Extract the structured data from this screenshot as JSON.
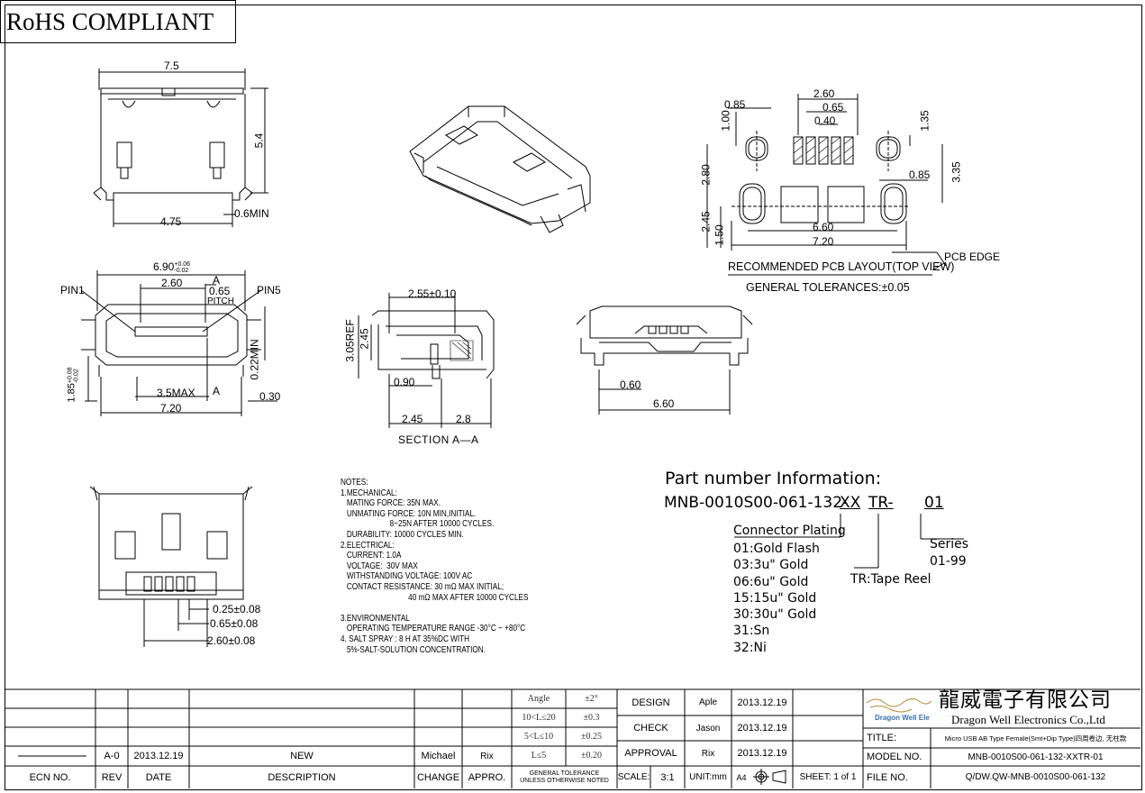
{
  "header": {
    "rohs": "RoHS COMPLIANT"
  },
  "top_view": {
    "width": "7.5",
    "height": "5.4",
    "inner": "4.75",
    "pin_len": "0.6MIN"
  },
  "front_view": {
    "width_top": "6.90",
    "width_top_tol_plus": "+0.06",
    "width_top_tol_minus": "-0.02",
    "pin_span": "2.60",
    "section_a": "A",
    "pitch": "0.65",
    "pitch_label": "PITCH",
    "pin1": "PIN1",
    "pin5": "PIN5",
    "height_min": "0.22MIN",
    "max": "3.5MAX",
    "section_a2": "A",
    "offset": "0.30",
    "width_bottom": "7.20",
    "height": "1.85",
    "height_tol_plus": "+0.08",
    "height_tol_minus": "-0.02"
  },
  "section_view": {
    "top": "2.55±0.10",
    "ref": "3.05REF",
    "h": "2.45",
    "d": "0.90",
    "w1": "2.45",
    "w2": "2.8",
    "label": "SECTION A—A"
  },
  "side_view": {
    "d": "0.60",
    "w": "6.60"
  },
  "pcb_layout": {
    "d260": "2.60",
    "d065": "0.65",
    "d040": "0.40",
    "d085": "0.85",
    "d100": "1.00",
    "d135": "1.35",
    "d280": "2.80",
    "d335": "3.35",
    "d085b": "0.85",
    "d245": "2.45",
    "d150": "1.50",
    "d660": "6.60",
    "d720": "7.20",
    "pcb_edge": "PCB EDGE",
    "title": "RECOMMENDED PCB LAYOUT(TOP VIEW)",
    "tolerance": "GENERAL TOLERANCES:±0.05"
  },
  "bottom_view": {
    "d1": "0.25±0.08",
    "d2": "0.65±0.08",
    "d3": "2.60±0.08"
  },
  "notes": [
    "NOTES:",
    "1.MECHANICAL:",
    "   MATING FORCE: 35N MAX.",
    "   UNMATING FORCE: 10N MIN,INITIAL.",
    "                        8~25N AFTER 10000 CYCLES.",
    "   DURABILITY: 10000 CYCLES MIN.",
    "2.ELECTRICAL:",
    "   CURRENT: 1.0A",
    "   VOLTAGE:  30V MAX",
    "   WITHSTANDING VOLTAGE: 100V AC",
    "   CONTACT RESISTANCE: 30 mΩ MAX INITIAL;",
    "                                 40 mΩ MAX AFTER 10000 CYCLES",
    "",
    "3.ENVIRONMENTAL",
    "   OPERATING TEMPERATURE RANGE -30°C ~ +80°C",
    "4. SALT SPRAY : 8 H AT 35%DC WITH",
    "   5%-SALT-SOLUTION CONCENTRATION."
  ],
  "part_number": {
    "title": "Part number  Information:",
    "base": "MNB-0010S00-061-132-",
    "xx": "XX",
    "tr": "TR-",
    "series_code": "01",
    "plating_title": "Connector Plating",
    "plating": [
      "01:Gold Flash",
      "03:3u\" Gold",
      "06:6u\" Gold",
      "15:15u\" Gold",
      "30:30u\" Gold",
      "31:Sn",
      "32:Ni"
    ],
    "series_title": "Series",
    "series_range": "01-99",
    "tr_label": "TR:Tape Reel"
  },
  "title_block": {
    "rev_row": {
      "rev": "A-0",
      "date": "2013.12.19",
      "desc": "NEW",
      "change": "Michael",
      "appro": "Rix"
    },
    "headers": {
      "ecn": "ECN NO.",
      "rev": "REV",
      "date": "DATE",
      "desc": "DESCRIPTION",
      "change": "CHANGE",
      "appro": "APPRO."
    },
    "tolerances": [
      {
        "range": "Angle",
        "tol": "±2°"
      },
      {
        "range": "10<L≤20",
        "tol": "±0.3"
      },
      {
        "range": "5<L≤10",
        "tol": "±0.25"
      },
      {
        "range": "L≤5",
        "tol": "±0.20"
      }
    ],
    "general_tol": [
      "GENERAL TOLERANCE",
      "UNLESS OTHERWISE NOTED"
    ],
    "design": "DESIGN",
    "design_name": "Aple",
    "design_date": "2013.12.19",
    "check": "CHECK",
    "check_name": "Jason",
    "check_date": "2013.12.19",
    "approval": "APPROVAL",
    "approval_name": "Rix",
    "approval_date": "2013.12.19",
    "scale_label": "SCALE:",
    "scale": "3:1",
    "unit": "UNIT:mm",
    "size": "A4",
    "sheet": "SHEET:  1 of 1",
    "company_cn": "龍威電子有限公司",
    "company_en": "Dragon Well Electronics Co.,Ltd",
    "logo_text": "Dragon Well Ele",
    "title_label": "TITLE:",
    "title_value": "Micro USB AB Type Female(Smt+Dip Type)四周卷边, 无柱款",
    "model_label": "MODEL NO.",
    "model_value": "MNB-0010S00-061-132-XXTR-01",
    "file_label": "FILE NO.",
    "file_value": "Q/DW.QW-MNB-0010S00-061-132"
  }
}
